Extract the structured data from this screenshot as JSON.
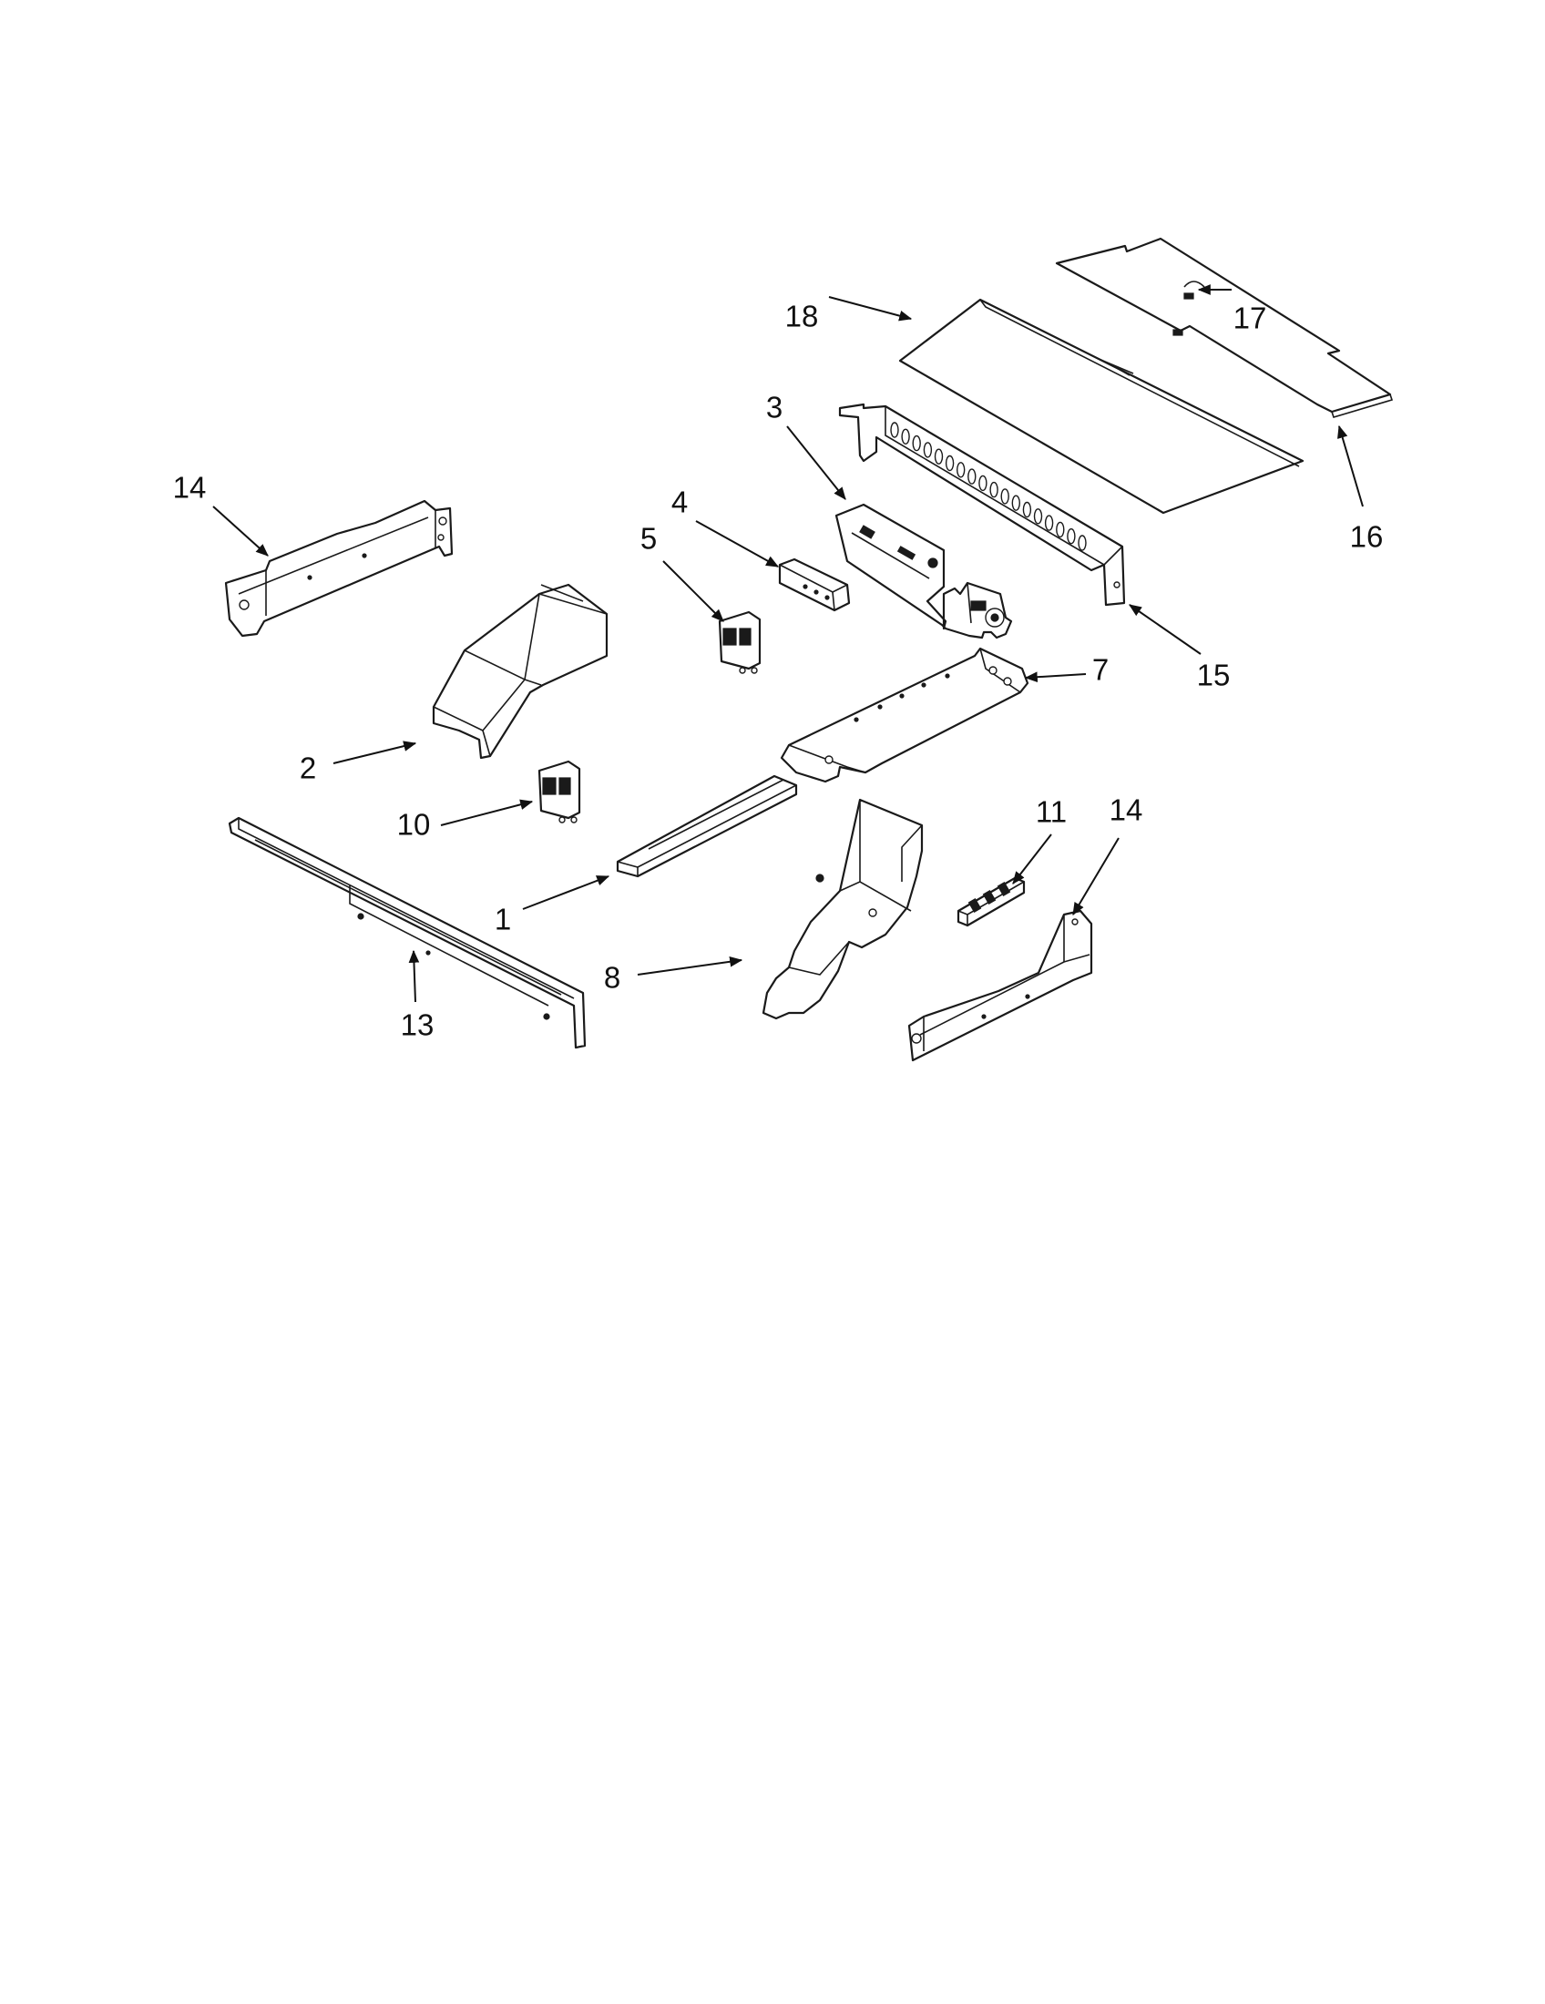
{
  "diagram": {
    "callouts": [
      {
        "id": "callout-18",
        "label": "18"
      },
      {
        "id": "callout-17",
        "label": "17"
      },
      {
        "id": "callout-3",
        "label": "3"
      },
      {
        "id": "callout-16",
        "label": "16"
      },
      {
        "id": "callout-14-left",
        "label": "14"
      },
      {
        "id": "callout-4",
        "label": "4"
      },
      {
        "id": "callout-5",
        "label": "5"
      },
      {
        "id": "callout-15",
        "label": "15"
      },
      {
        "id": "callout-7",
        "label": "7"
      },
      {
        "id": "callout-2",
        "label": "2"
      },
      {
        "id": "callout-10",
        "label": "10"
      },
      {
        "id": "callout-11",
        "label": "11"
      },
      {
        "id": "callout-14-right",
        "label": "14"
      },
      {
        "id": "callout-1",
        "label": "1"
      },
      {
        "id": "callout-8",
        "label": "8"
      },
      {
        "id": "callout-13",
        "label": "13"
      }
    ]
  }
}
